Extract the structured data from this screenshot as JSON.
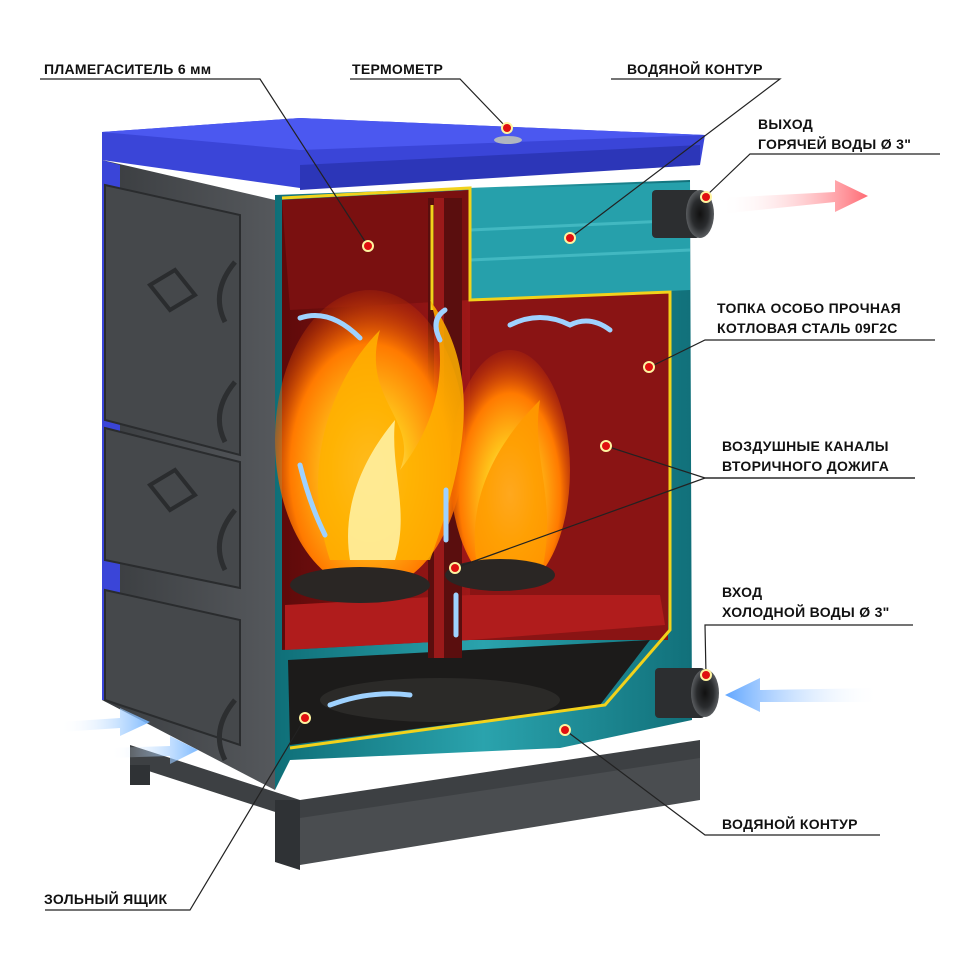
{
  "labels": {
    "flame_damper": "ПЛАМЕГАСИТЕЛЬ 6 мм",
    "thermometer": "ТЕРМОМЕТР",
    "water_circuit_top": "ВОДЯНОЙ КОНТУР",
    "hot_water_out": [
      "ВЫХОД",
      "ГОРЯЧЕЙ ВОДЫ Ø 3\""
    ],
    "firebox": [
      "ТОПКА  ОСОБО ПРОЧНАЯ",
      "КОТЛОВАЯ СТАЛЬ 09Г2С"
    ],
    "air_channels": [
      "ВОЗДУШНЫЕ КАНАЛЫ",
      "ВТОРИЧНОГО ДОЖИГА"
    ],
    "cold_water_in": [
      "ВХОД",
      "ХОЛОДНОЙ ВОДЫ Ø 3\""
    ],
    "water_circuit_bottom": "ВОДЯНОЙ КОНТУР",
    "ash_box": "ЗОЛЬНЫЙ ЯЩИК"
  },
  "colors": {
    "body_steel": "#4a4d50",
    "top_cover": "#3a45d8",
    "water_jacket": "#1f8f9a",
    "firebox_red": "#8c1414",
    "insulation_line": "#f2d21b",
    "marker": "#e01010",
    "hot_arrow": "#ff5a64",
    "cold_arrow": "#5aa6ff"
  },
  "icons": [
    "boiler-illustration",
    "flame-icon",
    "hot-water-arrow-icon",
    "cold-water-arrow-icon",
    "callout-marker-icon"
  ]
}
